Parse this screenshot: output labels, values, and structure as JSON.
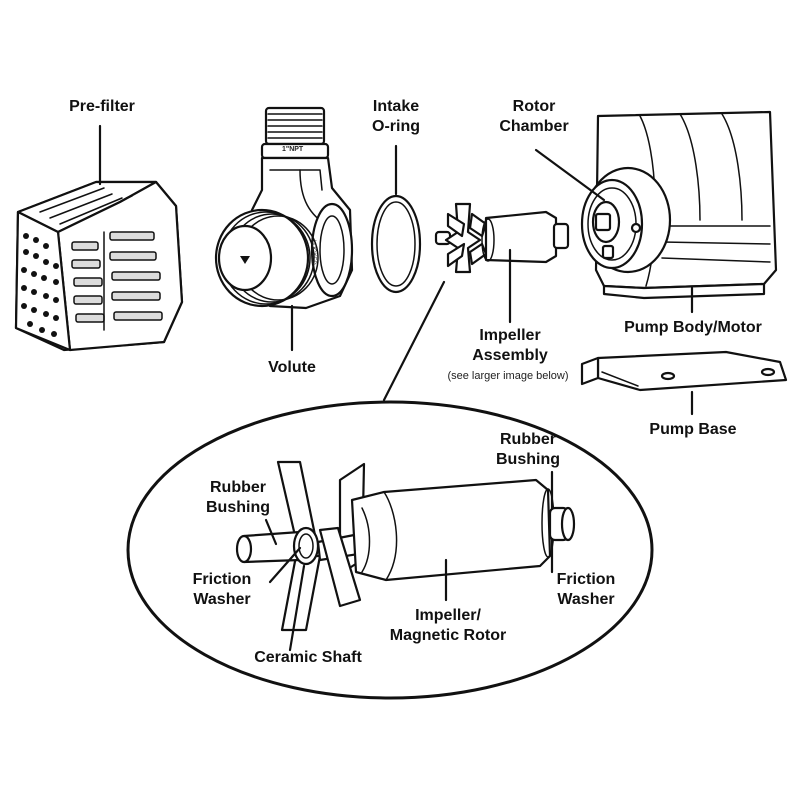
{
  "diagram": {
    "labels": {
      "prefilter": "Pre-filter",
      "volute": "Volute",
      "intake_oring_1": "Intake",
      "intake_oring_2": "O-ring",
      "rotor_chamber_1": "Rotor",
      "rotor_chamber_2": "Chamber",
      "impeller_assembly_1": "Impeller",
      "impeller_assembly_2": "Assembly",
      "impeller_note": "(see larger image below)",
      "pump_body": "Pump Body/Motor",
      "pump_base": "Pump Base",
      "volute_thread_mark": "1\"NPT",
      "volute_side_mark": "LOCKED"
    },
    "detail_labels": {
      "rubber_bushing_right_1": "Rubber",
      "rubber_bushing_right_2": "Bushing",
      "rubber_bushing_left_1": "Rubber",
      "rubber_bushing_left_2": "Bushing",
      "friction_washer_left_1": "Friction",
      "friction_washer_left_2": "Washer",
      "friction_washer_right_1": "Friction",
      "friction_washer_right_2": "Washer",
      "impeller_rotor_1": "Impeller/",
      "impeller_rotor_2": "Magnetic Rotor",
      "ceramic_shaft": "Ceramic Shaft"
    }
  }
}
